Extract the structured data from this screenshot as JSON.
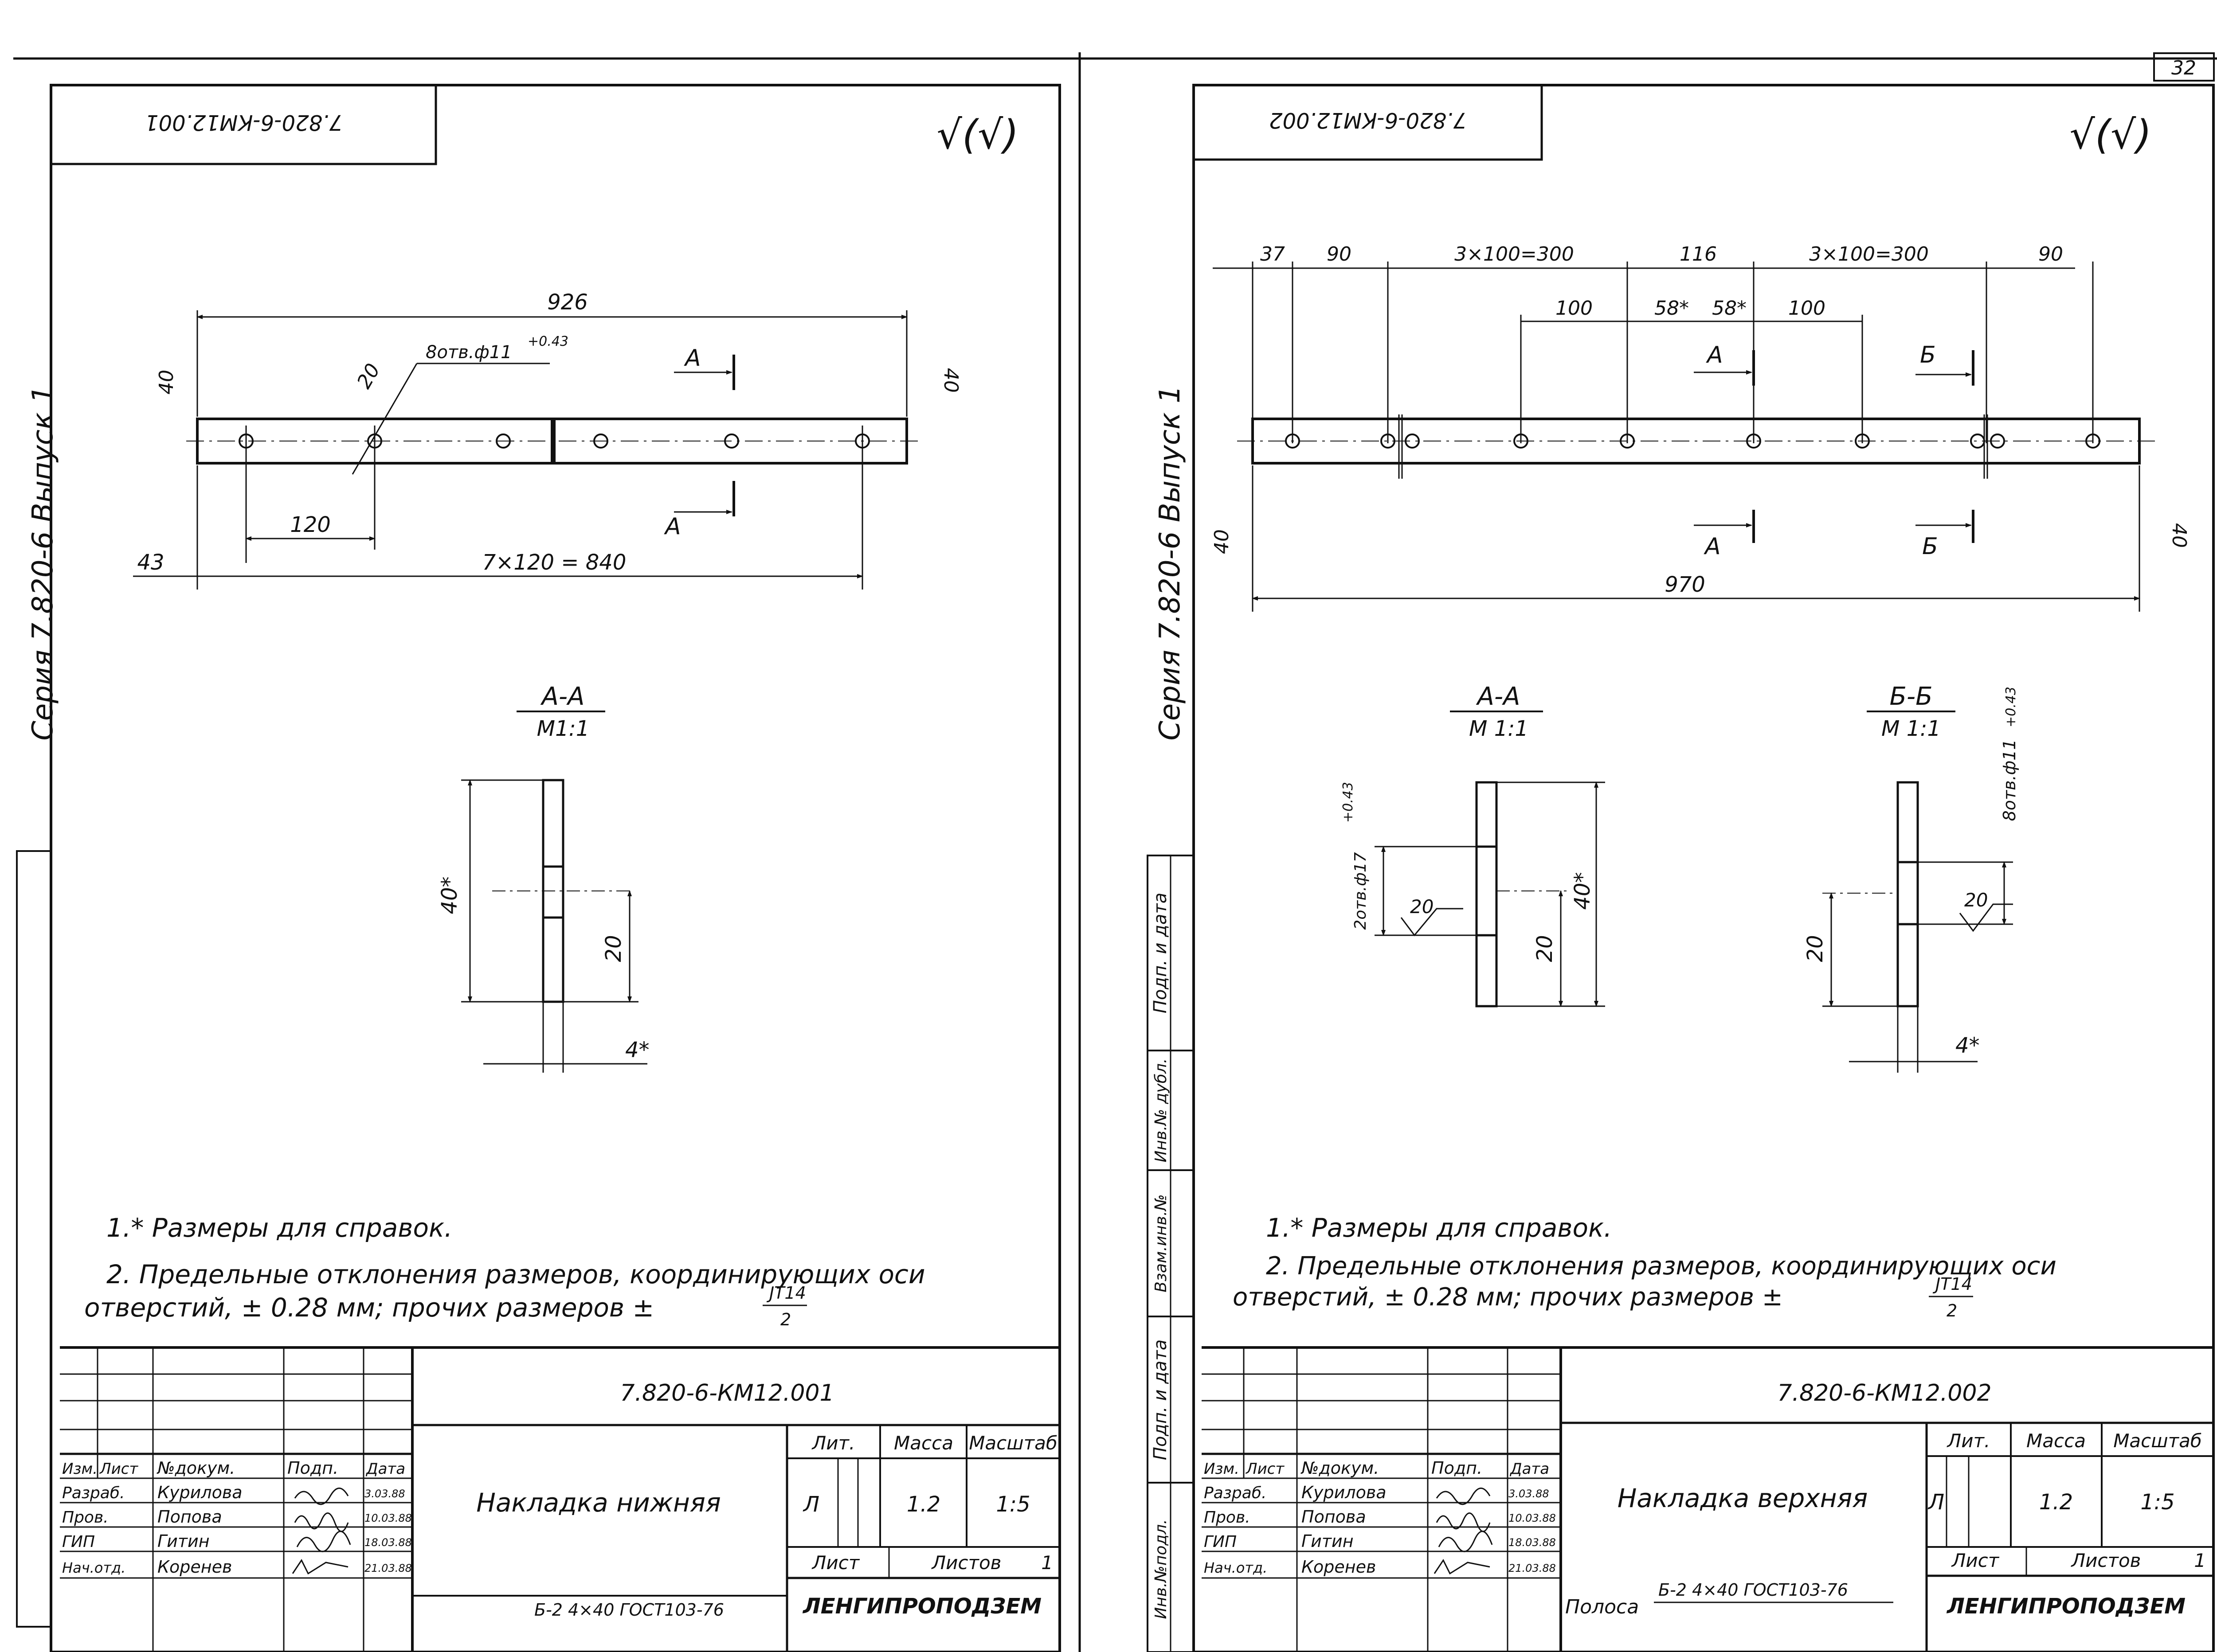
{
  "page_number": "32",
  "series_margin": "Серия 7.820-6 Выпуск 1",
  "notes": {
    "note1": "1.* Размеры для справок.",
    "note2_line1": "2. Предельные отклонения размеров, координирующих оси",
    "note2_line2": "отверстий, ± 0.28 мм; прочих размеров ±",
    "tolerance": "JT14",
    "tolerance_den": "2"
  },
  "roughness": "√(√)",
  "title_block_columns": [
    "Изм.",
    "Лист",
    "№докум.",
    "Подп.",
    "Дата"
  ],
  "title_block_rows": [
    {
      "role": "Разраб.",
      "name": "Курилова",
      "date": "3.03.88"
    },
    {
      "role": "Пров.",
      "name": "Попова",
      "date": "10.03.88"
    },
    {
      "role": "ГИП",
      "name": "Гитин",
      "date": "18.03.88"
    },
    {
      "role": "Нач.отд.",
      "name": "Коренев",
      "date": "21.03.88"
    }
  ],
  "title_block_labels": {
    "lit": "Лит.",
    "massa": "Масса",
    "masshtab": "Масштаб",
    "list": "Лист",
    "listov": "Листов"
  },
  "side_stamp": [
    "Подп. и дата",
    "Инв.№ дубл.",
    "Взам.инв.№",
    "Подп. и дата",
    "Инв.№подл."
  ],
  "sheet_left": {
    "code": "7.820-6-КМ12.001",
    "code_rotated": "7.820-6-КМ12.001",
    "name": "Накладка нижняя",
    "lit": "Л",
    "mass": "1.2",
    "scale": "1:5",
    "listov": "1",
    "material": "Б-2 4×40 ГОСТ103-76",
    "org": "ЛЕНГИПРОПОДЗЕМ",
    "dims": {
      "overall": "926",
      "holes": "8отв.ф11",
      "holes_tol": "+0.43",
      "edge": "20",
      "pitch": "120",
      "start": "43",
      "pattern": "7×120 = 840",
      "width_left": "40",
      "width_right": "40",
      "cut_label": "А"
    },
    "section": {
      "title": "А-А",
      "scale": "М1:1",
      "height": "40*",
      "half": "20",
      "thick": "4*"
    }
  },
  "sheet_right": {
    "code": "7.820-6-КМ12.002",
    "code_rotated": "7.820-6-КМ12.002",
    "name": "Накладка верхняя",
    "lit": "Л",
    "mass": "1.2",
    "scale": "1:5",
    "listov": "1",
    "material": "Б-2 4×40 ГОСТ103-76",
    "material_prefix": "Полоса",
    "org": "ЛЕНГИПРОПОДЗЕМ",
    "dims": {
      "d37": "37",
      "d90a": "90",
      "d3x100a": "3×100=300",
      "d116": "116",
      "d3x100b": "3×100=300",
      "d90b": "90",
      "d100a": "100",
      "d58a": "58*",
      "d58b": "58*",
      "d100b": "100",
      "overall": "970",
      "width_left": "40",
      "width_right": "40",
      "cut_a": "А",
      "cut_b": "Б"
    },
    "section_a": {
      "title": "А-А",
      "scale": "М 1:1",
      "holes": "2отв.ф17",
      "holes_tol": "+0.43",
      "edge": "20",
      "height": "40*",
      "half": "20"
    },
    "section_b": {
      "title": "Б-Б",
      "scale": "М 1:1",
      "holes": "8отв.ф11",
      "holes_tol": "+0.43",
      "edge": "20",
      "half": "20",
      "thick": "4*"
    }
  }
}
